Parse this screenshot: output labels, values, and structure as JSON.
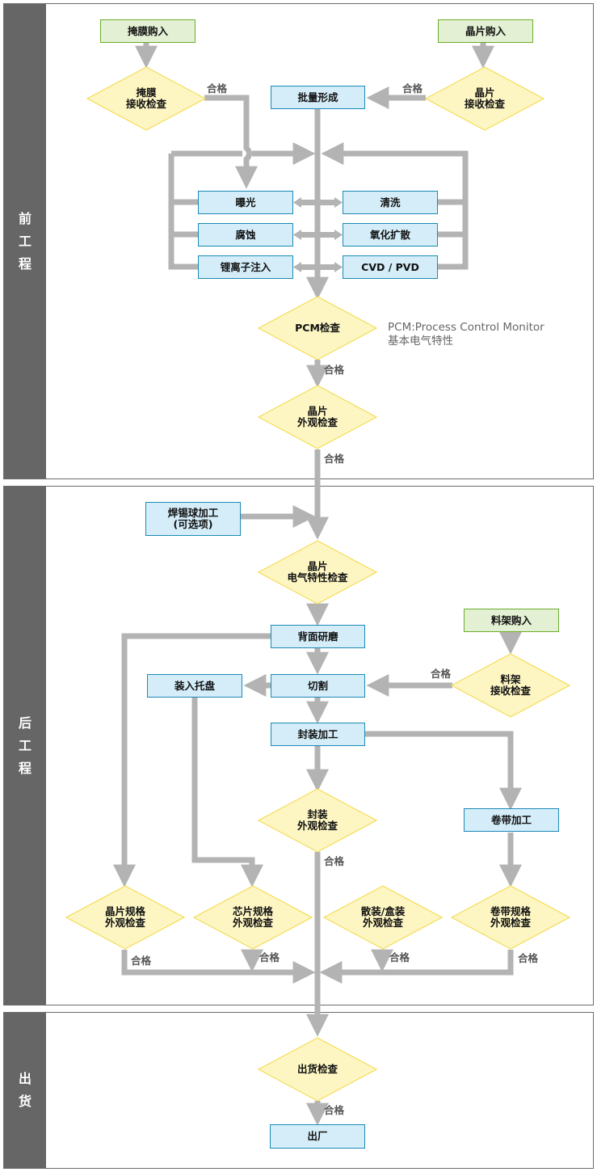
{
  "colors": {
    "section_bar": "#666666",
    "process_fill": "#d4edf9",
    "process_border": "#1a8ab5",
    "purchase_fill": "#e3f0d3",
    "purchase_border": "#6aae2b",
    "inspection_fill": "#fdf6c3",
    "inspection_border": "#f3dc55",
    "connector": "#b3b3b3"
  },
  "sections": [
    {
      "id": "front",
      "label": [
        "前",
        "工",
        "程"
      ]
    },
    {
      "id": "back",
      "label": [
        "后",
        "工",
        "程"
      ]
    },
    {
      "id": "ship",
      "label": [
        "出",
        "货"
      ]
    }
  ],
  "pass_label": "合格",
  "front": {
    "mask_purchase": "掩膜购入",
    "mask_inspection": [
      "掩膜",
      "接收检查"
    ],
    "wafer_purchase": "晶片购入",
    "wafer_inspection": [
      "晶片",
      "接收检查"
    ],
    "lot_formation": "批量形成",
    "exposure": "曝光",
    "cleaning": "清洗",
    "etching": "腐蚀",
    "oxidation_diffusion": "氧化扩散",
    "ion_implant": "锂离子注入",
    "cvd_pvd": "CVD / PVD",
    "pcm_inspection": "PCM检查",
    "pcm_note": [
      "PCM:Process Control Monitor",
      "基本电气特性"
    ],
    "wafer_visual_inspection": [
      "晶片",
      "外观检查"
    ]
  },
  "back": {
    "solder_ball": [
      "焊锡球加工",
      "(可选项)"
    ],
    "wafer_electrical_inspection": [
      "晶片",
      "电气特性检查"
    ],
    "back_grinding": "背面研磨",
    "leadframe_purchase": "料架购入",
    "leadframe_inspection": [
      "料架",
      "接收检查"
    ],
    "tray_loading": "装入托盘",
    "dicing": "切割",
    "packaging": "封装加工",
    "package_visual_inspection": [
      "封装",
      "外观检查"
    ],
    "taping": "卷带加工",
    "wafer_spec_inspection": [
      "晶片规格",
      "外观检查"
    ],
    "chip_spec_inspection": [
      "芯片规格",
      "外观检查"
    ],
    "bulk_box_inspection": [
      "散装/盒装",
      "外观检查"
    ],
    "tape_spec_inspection": [
      "卷带规格",
      "外观检查"
    ]
  },
  "ship": {
    "shipping_inspection": "出货检查",
    "factory_out": "出厂"
  }
}
